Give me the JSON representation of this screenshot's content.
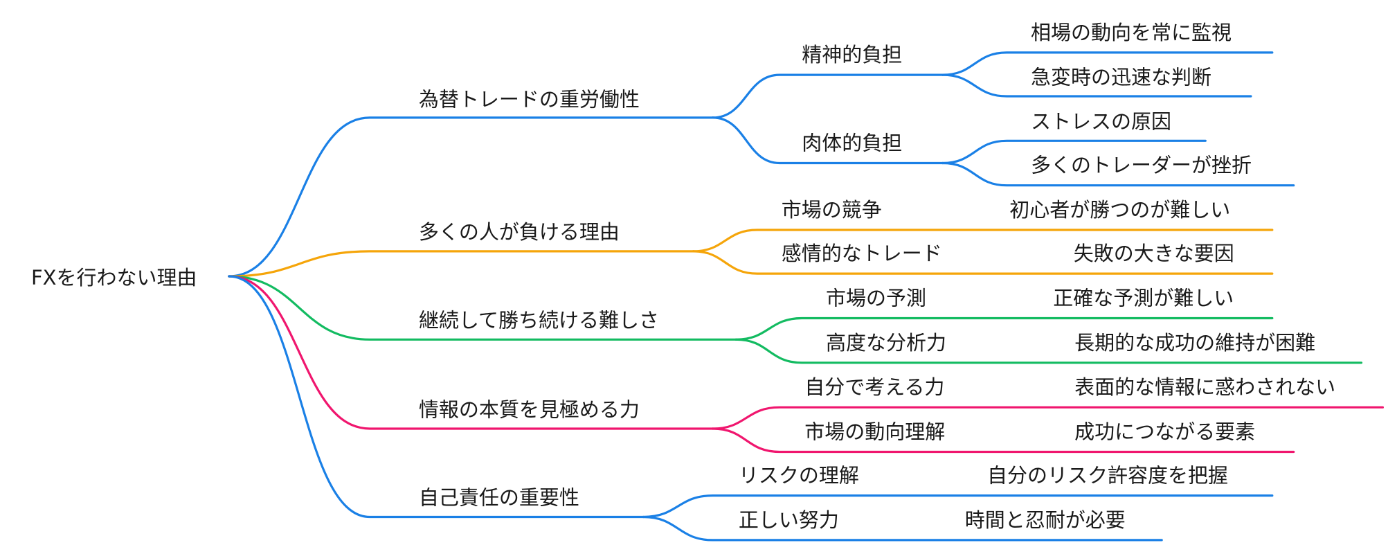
{
  "root": {
    "label": "FXを行わない理由"
  },
  "colors": {
    "blue": "#1a80e6",
    "orange": "#f5a50a",
    "green": "#13bb61",
    "pink": "#f0166e",
    "text": "#1a1a1a"
  },
  "branches": [
    {
      "label": "為替トレードの重労働性",
      "color": "#1a80e6",
      "children": [
        {
          "label": "精神的負担",
          "children": [
            "相場の動向を常に監視",
            "急変時の迅速な判断"
          ]
        },
        {
          "label": "肉体的負担",
          "children": [
            "ストレスの原因",
            "多くのトレーダーが挫折"
          ]
        }
      ]
    },
    {
      "label": "多くの人が負ける理由",
      "color": "#f5a50a",
      "children": [
        {
          "label": "市場の競争",
          "children": [
            "初心者が勝つのが難しい"
          ]
        },
        {
          "label": "感情的なトレード",
          "children": [
            "失敗の大きな要因"
          ]
        }
      ]
    },
    {
      "label": "継続して勝ち続ける難しさ",
      "color": "#13bb61",
      "children": [
        {
          "label": "市場の予測",
          "children": [
            "正確な予測が難しい"
          ]
        },
        {
          "label": "高度な分析力",
          "children": [
            "長期的な成功の維持が困難"
          ]
        }
      ]
    },
    {
      "label": "情報の本質を見極める力",
      "color": "#f0166e",
      "children": [
        {
          "label": "自分で考える力",
          "children": [
            "表面的な情報に惑わされない"
          ]
        },
        {
          "label": "市場の動向理解",
          "children": [
            "成功につながる要素"
          ]
        }
      ]
    },
    {
      "label": "自己責任の重要性",
      "color": "#1a80e6",
      "children": [
        {
          "label": "リスクの理解",
          "children": [
            "自分のリスク許容度を把握"
          ]
        },
        {
          "label": "正しい努力",
          "children": [
            "時間と忍耐が必要"
          ]
        }
      ]
    }
  ]
}
